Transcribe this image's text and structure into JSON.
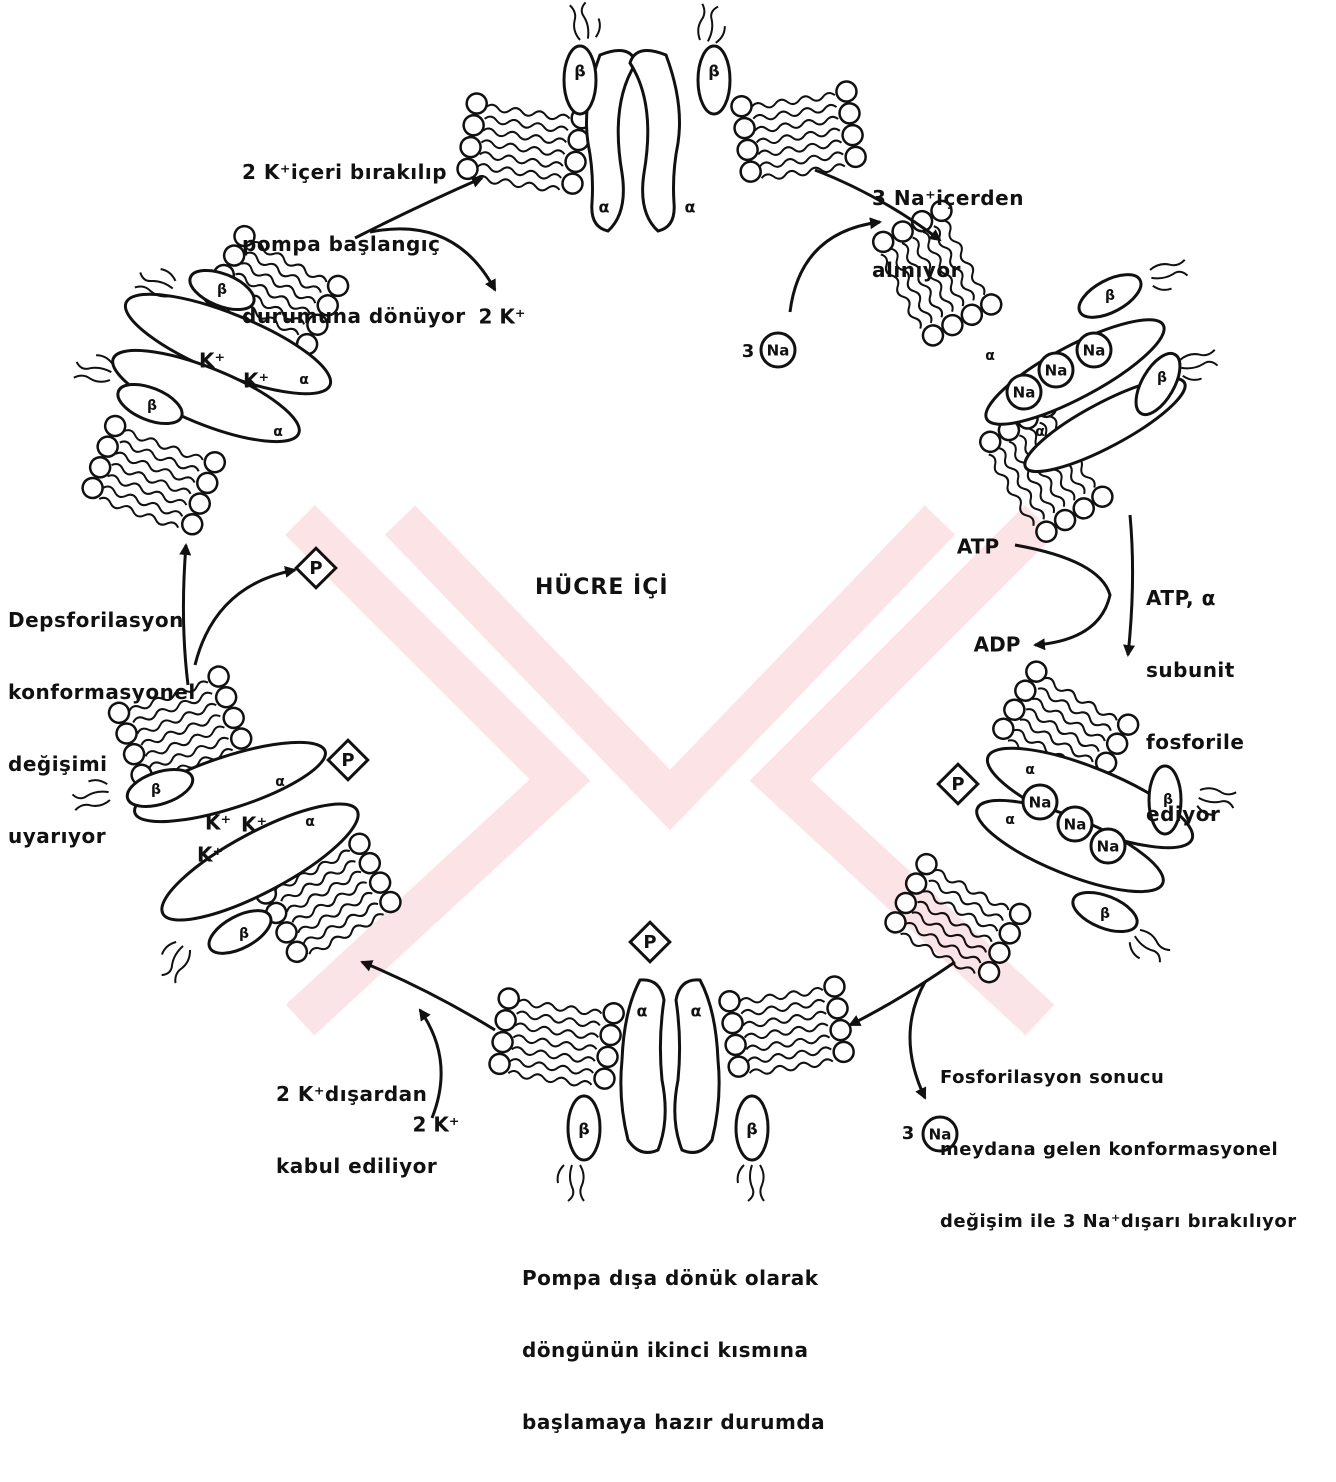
{
  "center_label": "HÜCRE İÇİ",
  "step_labels": {
    "top_left": [
      "2 K⁺içeri bırakılıp",
      "pompa başlangıç",
      "durumuna dönüyor"
    ],
    "top_right": [
      "3 Na⁺içerden",
      "alınıyor"
    ],
    "right": [
      "ATP, α",
      "subunit",
      "fosforile",
      "ediyor"
    ],
    "bottom_right": [
      "Fosforilasyon sonucu",
      "meydana gelen konformasyonel",
      "değişim ile 3 Na⁺dışarı bırakılıyor"
    ],
    "bottom": [
      "Pompa dışa dönük olarak",
      "döngünün ikinci kısmına",
      "başlamaya hazır durumda"
    ],
    "bottom_left": [
      "2 K⁺dışardan",
      "kabul ediliyor"
    ],
    "left": [
      "Depsforilasyon",
      "konformasyonel",
      "değişimi",
      "uyarıyor"
    ]
  },
  "ion_labels": {
    "k_released": "2 K⁺",
    "k_taken": "2 K⁺",
    "na_taken_count": "3",
    "na_released_count": "3",
    "na": "Na",
    "k": "K⁺",
    "atp": "ATP",
    "adp": "ADP",
    "phosphate": "P"
  },
  "subunit_labels": {
    "alpha": "α",
    "beta": "β"
  }
}
